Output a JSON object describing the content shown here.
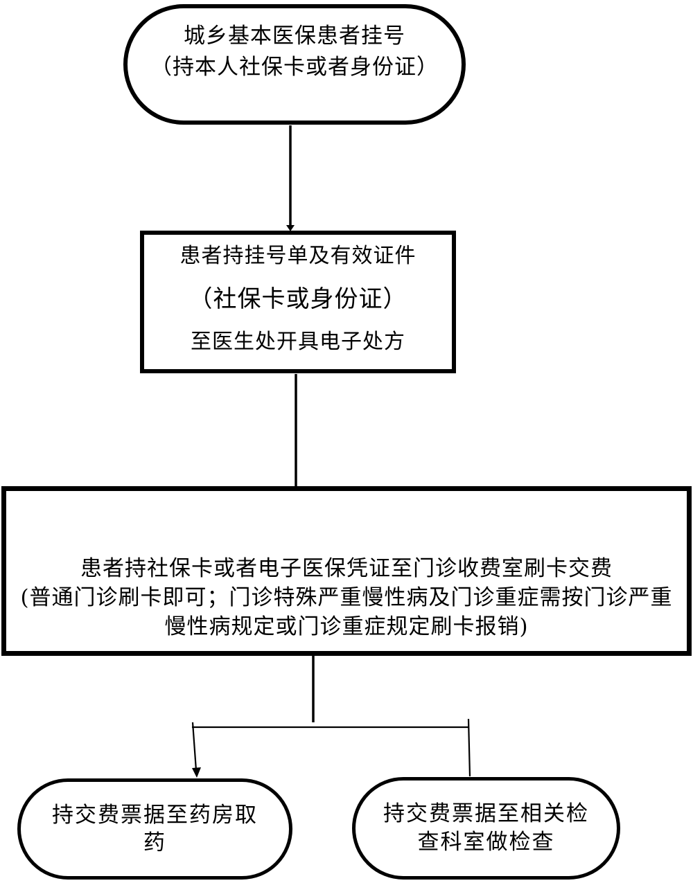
{
  "nodes": {
    "register": {
      "lines": [
        "城乡基本医保患者挂号",
        "（持本人社保卡或者身份证）"
      ]
    },
    "doctor": {
      "lines": [
        "患者持挂号单及有效证件",
        "（社保卡或身份证）",
        "至医生处开具电子处方"
      ]
    },
    "payment": {
      "lines": [
        "患者持社保卡或者电子医保凭证至门诊收费室刷卡交费",
        "(普通门诊刷卡即可；门诊特殊严重慢性病及门诊重症需按门诊严重",
        "慢性病规定或门诊重症规定刷卡报销)"
      ]
    },
    "pharmacy": {
      "lines": [
        "持交费票据至药房取",
        "药"
      ]
    },
    "examination": {
      "lines": [
        "持交费票据至相关检",
        "查科室做检查"
      ]
    }
  },
  "colors": {
    "line": "#000000",
    "background": "#ffffff"
  }
}
